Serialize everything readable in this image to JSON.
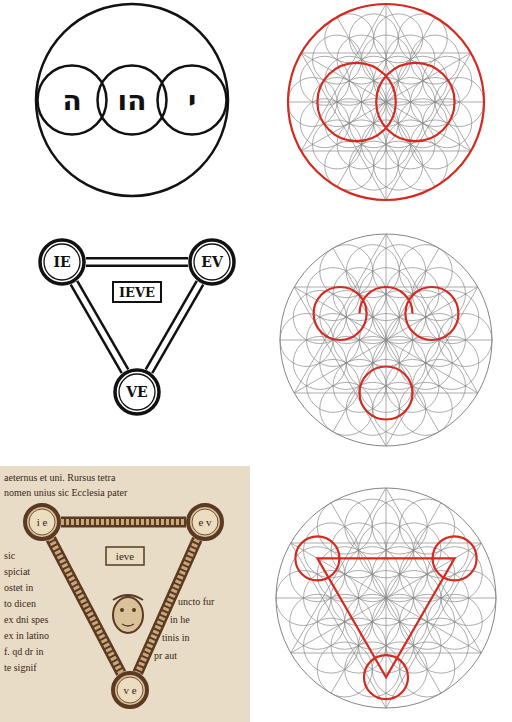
{
  "diagram": {
    "nodes": [
      {
        "text": [
          "ה"
        ]
      },
      {
        "text": [
          "הו"
        ]
      },
      {
        "text": [
          "י"
        ]
      },
      {
        "text": [
          "IE"
        ]
      },
      {
        "text": [
          "EV"
        ]
      },
      {
        "text": [
          "IEVE"
        ]
      },
      {
        "text": [
          "VE"
        ]
      },
      {
        "text": [
          "i e"
        ]
      },
      {
        "text": [
          "e v"
        ]
      },
      {
        "text": [
          "ieve"
        ]
      },
      {
        "text": [
          "v e"
        ]
      }
    ],
    "edges": [
      {
        "from": 3,
        "to": 4,
        "arrow": "none"
      },
      {
        "from": 4,
        "to": 6,
        "arrow": "none"
      },
      {
        "from": 6,
        "to": 3,
        "arrow": "none"
      },
      {
        "from": 7,
        "to": 8,
        "arrow": "none"
      },
      {
        "from": 8,
        "to": 10,
        "arrow": "none"
      },
      {
        "from": 10,
        "to": 7,
        "arrow": "none"
      }
    ],
    "labels": [
      "aeternus et uni. Rursus tetra",
      "nomen unius sic Ecclesia pater",
      "sic",
      "spiciat",
      "ostet in",
      "to dicen",
      "ex dni spes",
      "ex in latino",
      "f. qd dr in",
      "te signif",
      "uncto fur",
      "in he",
      "tinis in",
      "pr aut"
    ]
  }
}
